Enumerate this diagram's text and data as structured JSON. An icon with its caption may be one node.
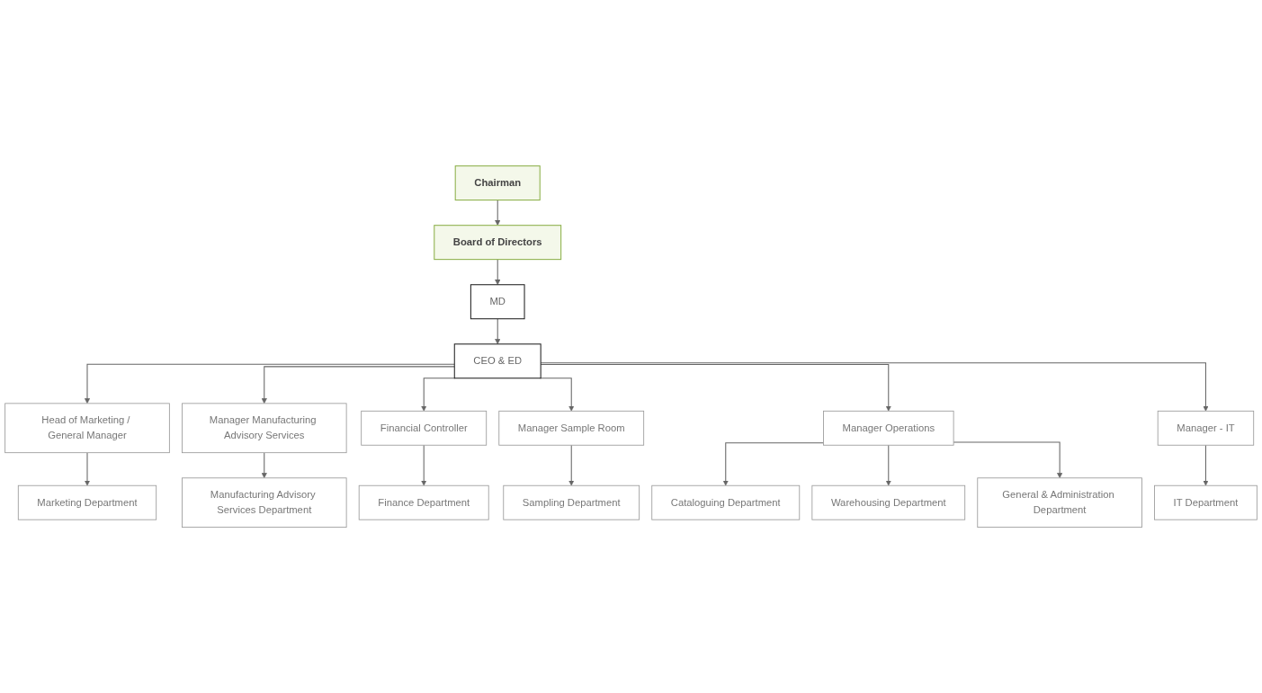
{
  "diagram": {
    "nodes": [
      {
        "text": [
          "Chairman"
        ]
      },
      {
        "text": [
          "Board of Directors"
        ]
      },
      {
        "text": [
          "MD"
        ]
      },
      {
        "text": [
          "CEO & ED"
        ]
      },
      {
        "text": [
          "Head of Marketing / General Manager"
        ]
      },
      {
        "text": [
          "Manager Manufacturing Advisory Services"
        ]
      },
      {
        "text": [
          "Financial Controller"
        ]
      },
      {
        "text": [
          "Manager Sample Room"
        ]
      },
      {
        "text": [
          "Manager Operations"
        ]
      },
      {
        "text": [
          "Manager - IT"
        ]
      },
      {
        "text": [
          "Marketing Department"
        ]
      },
      {
        "text": [
          "Manufacturing Advisory Services Department"
        ]
      },
      {
        "text": [
          "Finance Department"
        ]
      },
      {
        "text": [
          "Sampling Department"
        ]
      },
      {
        "text": [
          "Cataloguing Department"
        ]
      },
      {
        "text": [
          "Warehousing Department"
        ]
      },
      {
        "text": [
          "General & Administration Department"
        ]
      },
      {
        "text": [
          "IT Department"
        ]
      }
    ],
    "edges": [
      {
        "from": 0,
        "to": 1,
        "arrow": "to"
      },
      {
        "from": 1,
        "to": 2,
        "arrow": "to"
      },
      {
        "from": 2,
        "to": 3,
        "arrow": "to"
      },
      {
        "from": 3,
        "to": 4,
        "arrow": "to"
      },
      {
        "from": 3,
        "to": 5,
        "arrow": "to"
      },
      {
        "from": 3,
        "to": 6,
        "arrow": "to"
      },
      {
        "from": 3,
        "to": 7,
        "arrow": "to"
      },
      {
        "from": 3,
        "to": 8,
        "arrow": "to"
      },
      {
        "from": 3,
        "to": 9,
        "arrow": "to"
      },
      {
        "from": 4,
        "to": 10,
        "arrow": "to"
      },
      {
        "from": 5,
        "to": 11,
        "arrow": "to"
      },
      {
        "from": 6,
        "to": 12,
        "arrow": "to"
      },
      {
        "from": 7,
        "to": 13,
        "arrow": "to"
      },
      {
        "from": 8,
        "to": 14,
        "arrow": "to"
      },
      {
        "from": 8,
        "to": 15,
        "arrow": "to"
      },
      {
        "from": 8,
        "to": 16,
        "arrow": "to"
      },
      {
        "from": 9,
        "to": 17,
        "arrow": "to"
      }
    ]
  }
}
